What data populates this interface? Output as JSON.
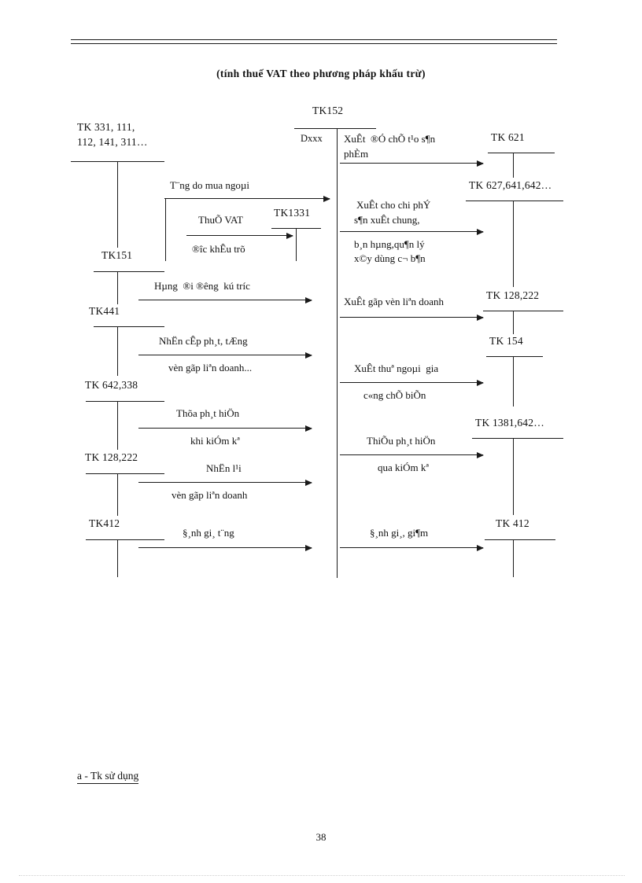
{
  "document": {
    "title": "(tính thuế VAT theo phương pháp khấu trừ)",
    "note": "a - Tk sử dụng",
    "page_number": "38"
  },
  "center_account": {
    "label": "TK152",
    "balance_label": "Dxxx"
  },
  "left_accounts": [
    {
      "name": "left-acct-331",
      "label_line1": "TK 331, 111,",
      "label_line2": "112, 141, 311…"
    },
    {
      "name": "left-acct-151",
      "label": "TK151"
    },
    {
      "name": "left-acct-441",
      "label": "TK441"
    },
    {
      "name": "left-acct-642-338",
      "label": "TK 642,338"
    },
    {
      "name": "left-acct-128-222",
      "label": "TK 128,222"
    },
    {
      "name": "left-acct-412",
      "label": "TK412"
    }
  ],
  "right_accounts": [
    {
      "name": "right-acct-621",
      "label": "TK 621"
    },
    {
      "name": "right-acct-627-641-642",
      "label": "TK 627,641,642…"
    },
    {
      "name": "right-acct-128-222",
      "label": "TK 128,222"
    },
    {
      "name": "right-acct-154",
      "label": "TK 154"
    },
    {
      "name": "right-acct-1381-642",
      "label": "TK 1381,642…"
    },
    {
      "name": "right-acct-412",
      "label": "TK 412"
    }
  ],
  "sub_account": {
    "label": "TK1331"
  },
  "left_flows": [
    {
      "name": "flow-tang-do-mua-ngoai",
      "above": "T¨ng do mua ngoµi",
      "below": ""
    },
    {
      "name": "flow-thue-vat-duoc-khau-tru",
      "above": "ThuÕ VAT",
      "below": "®îc khÊu trõ"
    },
    {
      "name": "flow-hang-di-duong-ky-truoc",
      "above": "Hµng  ®i ®êng  kú tríc",
      "below": ""
    },
    {
      "name": "flow-nhan-cap-phat-tang",
      "above": "NhËn cÊp ph¸t, tÆng",
      "below": "vèn gãp liªn doanh..."
    },
    {
      "name": "flow-thua-phat-hien-khi-kiem-ke",
      "above": "Thõa ph¸t hiÖn",
      "below": "khi kiÓm kª"
    },
    {
      "name": "flow-nhan-lai-von-gop-lien-doanh",
      "above": "NhËn l¹i",
      "below": "vèn gãp liªn doanh"
    },
    {
      "name": "flow-danh-gia-tang",
      "above": "§¸nh gi¸ t¨ng",
      "below": ""
    }
  ],
  "right_flows": [
    {
      "name": "flow-xuat-de-che-tao-san-pham",
      "above_line1": "XuÊt  ®Ó chÕ t¹o s¶n",
      "above_line2": "phÈm",
      "below": ""
    },
    {
      "name": "flow-xuat-cho-chi-phi-san-xuat-chung",
      "above_line1": "XuÊt cho chi phÝ",
      "above_line2": "s¶n xuÊt chung,",
      "below_line1": "b¸n hµng,qu¶n lý",
      "below_line2": "x©y dùng c¬ b¶n"
    },
    {
      "name": "flow-xuat-gop-von-lien-doanh",
      "above": "XuÊt gãp vèn liªn doanh",
      "below": ""
    },
    {
      "name": "flow-xuat-thue-ngoai-gia-cong-che-bien",
      "above": "XuÊt thuª ngoµi  gia",
      "below": "c«ng chÕ biÕn"
    },
    {
      "name": "flow-thieu-phat-hien-qua-kiem-ke",
      "above": "ThiÕu ph¸t hiÖn",
      "below": "qua kiÓm kª"
    },
    {
      "name": "flow-danh-gia-giam",
      "above": "§¸nh gi¸, gi¶m",
      "below": ""
    }
  ],
  "colors": {
    "ink": "#1a1a1a",
    "paper": "#ffffff"
  }
}
